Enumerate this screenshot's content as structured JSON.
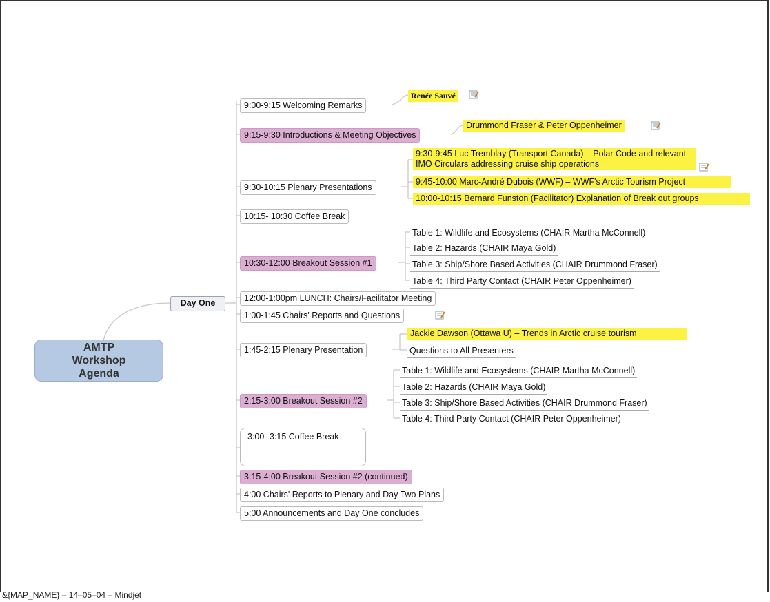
{
  "map": {
    "central_topic": "AMTP Workshop Agenda",
    "branch": "Day One",
    "footer": "&{MAP_NAME} – 14–05–04 – Mindjet"
  },
  "topics": [
    {
      "id": "t1",
      "label": "9:00-9:15    Welcoming Remarks",
      "color": "white"
    },
    {
      "id": "t2",
      "label": "9:15-9:30  Introductions & Meeting Objectives",
      "color": "pink"
    },
    {
      "id": "t3",
      "label": "9:30-10:15  Plenary Presentations",
      "color": "white"
    },
    {
      "id": "t4",
      "label": "10:15- 10:30 Coffee Break",
      "color": "white"
    },
    {
      "id": "t5",
      "label": "10:30-12:00 Breakout Session #1",
      "color": "pink"
    },
    {
      "id": "t6",
      "label": "12:00-1:00pm  LUNCH:  Chairs/Facilitator Meeting",
      "color": "white"
    },
    {
      "id": "t7",
      "label": "1:00-1:45  Chairs' Reports and Questions",
      "color": "white"
    },
    {
      "id": "t8",
      "label": "1:45-2:15  Plenary Presentation",
      "color": "white"
    },
    {
      "id": "t9",
      "label": "2:15-3:00 Breakout Session #2",
      "color": "pink"
    },
    {
      "id": "t10",
      "label": "3:00- 3:15  Coffee Break",
      "color": "white"
    },
    {
      "id": "t11",
      "label": "3:15-4:00    Breakout Session #2 (continued)",
      "color": "pink"
    },
    {
      "id": "t12",
      "label": "4:00  Chairs' Reports to Plenary and Day Two Plans",
      "color": "white"
    },
    {
      "id": "t13",
      "label": "5:00  Announcements and Day One concludes",
      "color": "white"
    }
  ],
  "subtopics": [
    {
      "parent": "t1",
      "label": "Renée Sauvé",
      "style": "yellow"
    },
    {
      "parent": "t2",
      "label": "Drummond Fraser & Peter Oppenheimer",
      "style": "yellow"
    },
    {
      "parent": "t3",
      "label": "9:30-9:45 Luc Tremblay (Transport Canada) – Polar Code and relevant IMO Circulars addressing cruise ship operations",
      "style": "yellow"
    },
    {
      "parent": "t3",
      "label": "9:45-10:00 Marc-André Dubois  (WWF) – WWF's Arctic Tourism Project",
      "style": "yellow"
    },
    {
      "parent": "t3",
      "label": "10:00-10:15 Bernard Funston (Facilitator)  Explanation of Break out groups",
      "style": "yellow"
    },
    {
      "parent": "t5",
      "label": "Table 1: Wildlife and Ecosystems (CHAIR Martha McConnell)",
      "style": "plain"
    },
    {
      "parent": "t5",
      "label": "Table 2: Hazards (CHAIR Maya Gold)",
      "style": "plain"
    },
    {
      "parent": "t5",
      "label": "Table 3: Ship/Shore Based Activities (CHAIR Drummond Fraser)",
      "style": "plain"
    },
    {
      "parent": "t5",
      "label": "Table 4: Third Party Contact (CHAIR Peter Oppenheimer)",
      "style": "plain"
    },
    {
      "parent": "t8",
      "label": "Jackie Dawson (Ottawa U) – Trends in Arctic cruise tourism",
      "style": "yellow"
    },
    {
      "parent": "t8",
      "label": "Questions to All Presenters",
      "style": "plain"
    },
    {
      "parent": "t9",
      "label": "Table 1: Wildlife and Ecosystems (CHAIR Martha McConnell)",
      "style": "plain"
    },
    {
      "parent": "t9",
      "label": "Table 2: Hazards (CHAIR Maya Gold)",
      "style": "plain"
    },
    {
      "parent": "t9",
      "label": "Table 3: Ship/Shore Based Activities (CHAIR Drummond Fraser)",
      "style": "plain"
    },
    {
      "parent": "t9",
      "label": "Table 4: Third Party Contact (CHAIR Peter Oppenheimer)",
      "style": "plain"
    }
  ],
  "icons": {
    "note": "note-icon"
  },
  "colors": {
    "central": "#b5c9e3",
    "pink": "#dcaed2",
    "yellow": "#fcf243",
    "day": "#eef0f4"
  }
}
